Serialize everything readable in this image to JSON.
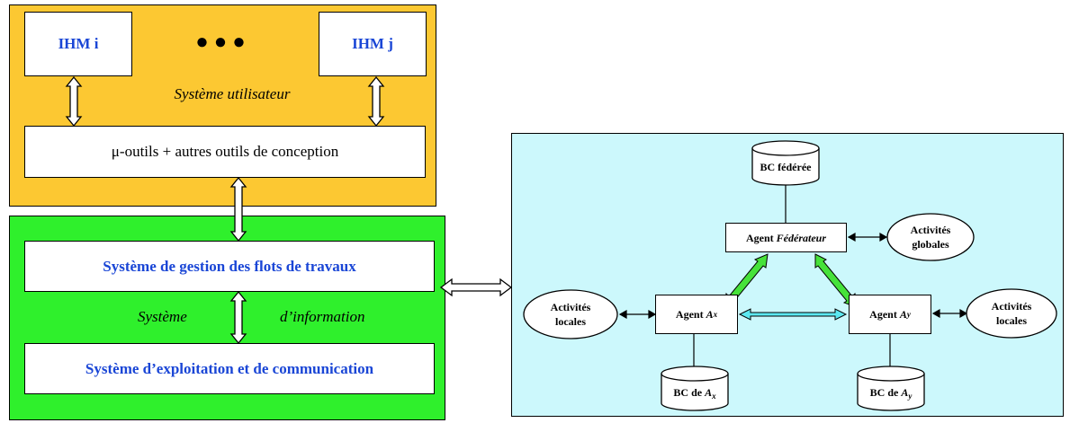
{
  "user_system": {
    "ihm_left": "IHM i",
    "ihm_right": "IHM j",
    "ellipsis": "●   ●   ●",
    "label": "Système utilisateur",
    "tools": "μ-outils + autres outils de conception",
    "fill": "#fcc832"
  },
  "information_system": {
    "workflow": "Système de gestion des flots de travaux",
    "label_left": "Système",
    "label_right": "d’information",
    "os": "Système d’exploitation et de communication",
    "fill": "#2ff02c"
  },
  "agents": {
    "fill": "#ccf8fc",
    "bc_federee": "BC fédérée",
    "agent_federateur_prefix": "Agent ",
    "agent_federateur_name": "Fédérateur",
    "activites_globales_1": "Activités",
    "activites_globales_2": "globales",
    "agent_x_prefix": "Agent ",
    "agent_x_name": "A",
    "agent_x_sub": "x",
    "agent_y_prefix": "Agent ",
    "agent_y_name": "A",
    "agent_y_sub": "y",
    "activites_locales_1": "Activités",
    "activites_locales_2": "locales",
    "bc_de": "BC de ",
    "bc_x_name": "A",
    "bc_x_sub": "x",
    "bc_y_name": "A",
    "bc_y_sub": "y"
  },
  "colors": {
    "text_blue": "#1a46d6",
    "arrow_green": "#46e23a",
    "arrow_cyan": "#5ce8f0"
  }
}
